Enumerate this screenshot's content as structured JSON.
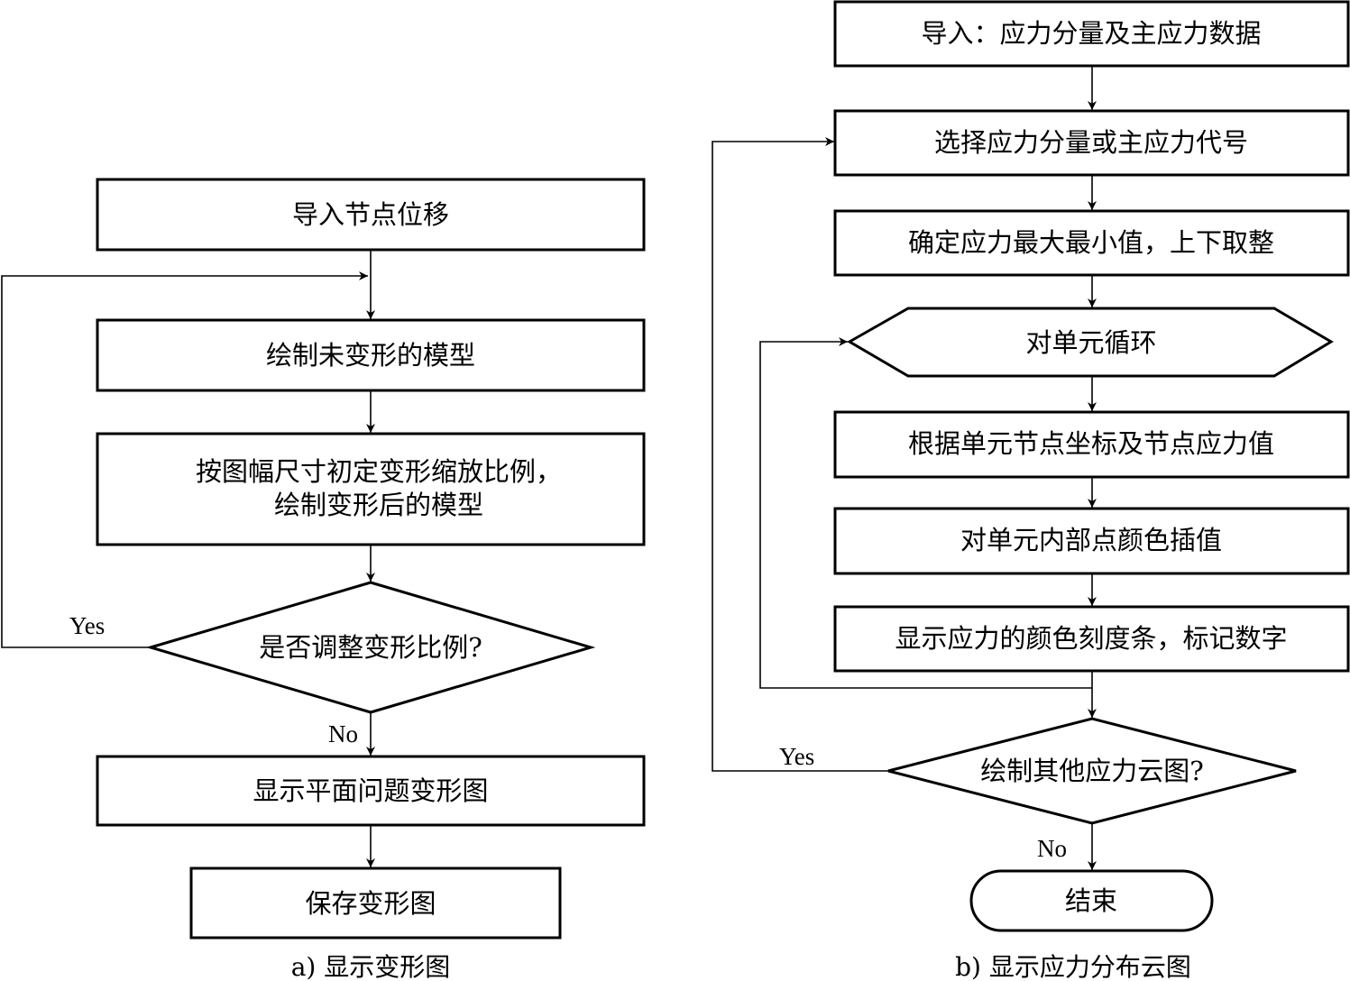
{
  "diagram_a": {
    "caption": "a) 显示变形图",
    "nodes": {
      "import_disp": "导入节点位移",
      "draw_undeformed": "绘制未变形的模型",
      "init_scale_line1": "按图幅尺寸初定变形缩放比例，",
      "init_scale_line2": "绘制变形后的模型",
      "adjust_decision": "是否调整变形比例?",
      "show_deformed": "显示平面问题变形图",
      "save_deformed": "保存变形图"
    },
    "edges": {
      "yes": "Yes",
      "no": "No"
    }
  },
  "diagram_b": {
    "caption": "b) 显示应力分布云图",
    "nodes": {
      "import_stress": "导入：应力分量及主应力数据",
      "select_component": "选择应力分量或主应力代号",
      "determine_range": "确定应力最大最小值，上下取整",
      "element_loop": "对单元循环",
      "by_nodes": "根据单元节点坐标及节点应力值",
      "interpolate": "对单元内部点颜色插值",
      "show_scale": "显示应力的颜色刻度条，标记数字",
      "other_decision": "绘制其他应力云图?",
      "end": "结束"
    },
    "edges": {
      "yes": "Yes",
      "no": "No"
    }
  }
}
